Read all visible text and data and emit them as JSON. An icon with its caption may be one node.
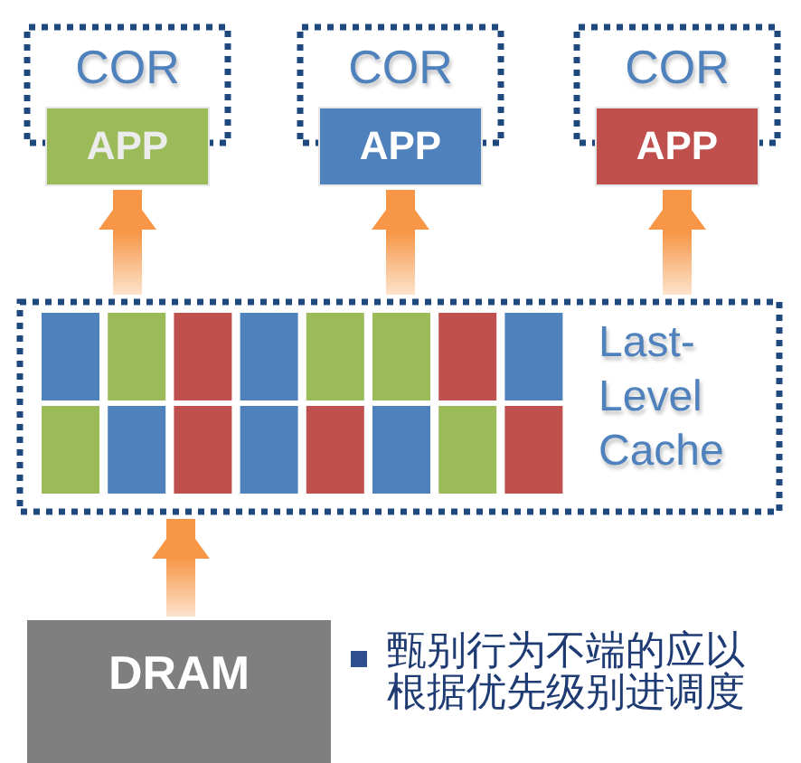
{
  "diagram": {
    "nodes": [
      {
        "text": [
          "COR"
        ]
      },
      {
        "text": [
          "COR"
        ]
      },
      {
        "text": [
          "COR"
        ]
      },
      {
        "text": [
          "APP"
        ]
      },
      {
        "text": [
          "APP"
        ]
      },
      {
        "text": [
          "APP"
        ]
      },
      {
        "text": [
          "Last-Level Cache"
        ]
      },
      {
        "text": [
          "DRAM"
        ]
      }
    ],
    "edges": [
      {
        "from": 6,
        "to": 3,
        "arrow": "to"
      },
      {
        "from": 6,
        "to": 4,
        "arrow": "to"
      },
      {
        "from": 6,
        "to": 5,
        "arrow": "to"
      },
      {
        "from": 7,
        "to": 6,
        "arrow": "to"
      }
    ],
    "labels": [
      "甄别行为不端的应以根据优先级别进调度"
    ]
  }
}
